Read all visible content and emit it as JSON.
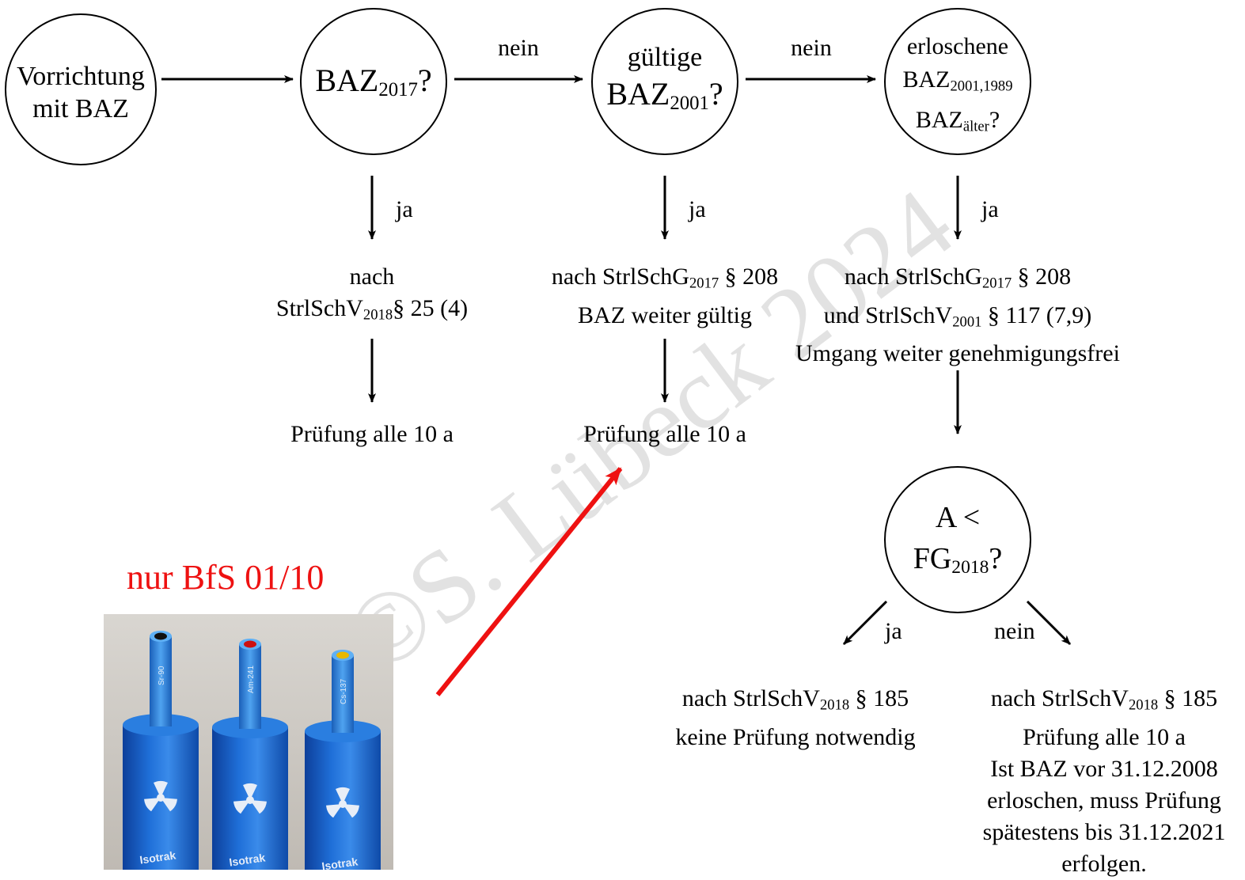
{
  "nodes": {
    "start": {
      "line1": "Vorrichtung",
      "line2": "mit BAZ"
    },
    "q2017": {
      "base": "BAZ",
      "sub": "2017",
      "suffix": "?"
    },
    "q2001": {
      "line1": "gültige",
      "base": "BAZ",
      "sub": "2001",
      "suffix": "?"
    },
    "qexpired": {
      "line1": "erloschene",
      "base1": "BAZ",
      "sub1": "2001,1989",
      "base2": "BAZ",
      "sub2": "älter",
      "suffix2": "?"
    },
    "qactivity": {
      "line1": "A <",
      "base": "FG",
      "sub": "2018",
      "suffix": "?"
    }
  },
  "edges": {
    "no1": "nein",
    "no2": "nein",
    "yes1": "ja",
    "yes2": "ja",
    "yes3": "ja",
    "yes4": "ja",
    "no4": "nein"
  },
  "results": {
    "r1": {
      "line1": "nach",
      "base": "StrlSchV",
      "sub": "2018",
      "rest": "§ 25 (4)",
      "check": "Prüfung alle 10 a"
    },
    "r2": {
      "pre": "nach StrlSchG",
      "sub": "2017",
      "rest": " § 208",
      "line2": "BAZ weiter gültig",
      "check": "Prüfung alle 10 a"
    },
    "r3": {
      "pre": "nach StrlSchG",
      "sub": "2017",
      "rest": " § 208",
      "pre2": "und StrlSchV",
      "sub2": "2001",
      "rest2": " § 117 (7,9)",
      "line3": "Umgang weiter genehmigungsfrei"
    },
    "r4": {
      "pre": "nach StrlSchV",
      "sub": "2018",
      "rest": " § 185",
      "line2": "keine Prüfung notwendig"
    },
    "r5": {
      "pre": "nach StrlSchV",
      "sub": "2018",
      "rest": " § 185",
      "line2": "Prüfung alle 10 a",
      "line3": "Ist BAZ vor 31.12.2008",
      "line4": "erloschen, muss Prüfung",
      "line5": "spätestens bis 31.12.2021",
      "line6": "erfolgen."
    }
  },
  "photo": {
    "title": "nur BfS 01/10",
    "sources": [
      {
        "nuclide": "Sr-90",
        "cap_color": "#111111",
        "brand": "Isotrak"
      },
      {
        "nuclide": "Am-241",
        "cap_color": "#cc1111",
        "brand": "Isotrak"
      },
      {
        "nuclide": "Cs-137",
        "cap_color": "#e8b800",
        "brand": "Isotrak"
      }
    ]
  },
  "colors": {
    "arrow_highlight": "#ee1111",
    "source_blue": "#1565c8"
  },
  "watermark": "©S. Lübeck 2024"
}
